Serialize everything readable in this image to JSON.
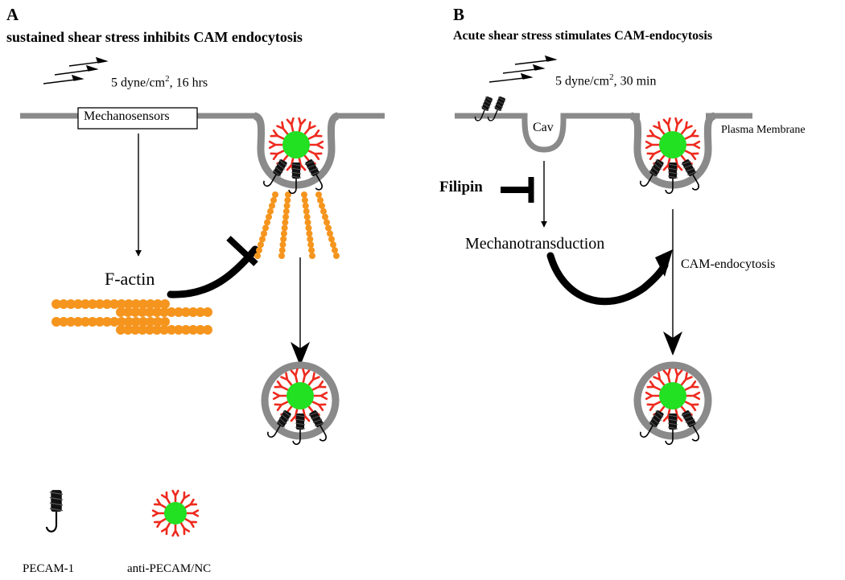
{
  "panel_a": {
    "letter": "A",
    "title": "sustained shear stress inhibits CAM endocytosis",
    "shear_value": "5 dyne/cm",
    "shear_superscript": "2",
    "shear_duration": ", 16 hrs",
    "mechanosensors_label": "Mechanosensors",
    "factin_label": "F-actin"
  },
  "panel_b": {
    "letter": "B",
    "title": "Acute shear stress stimulates CAM-endocytosis",
    "shear_value": "5 dyne/cm",
    "shear_superscript": "2",
    "shear_duration": ", 30 min",
    "cav_label": "Cav",
    "plasma_membrane_label": "Plasma Membrane",
    "filipin_label": "Filipin",
    "mechanotransduction_label": "Mechanotransduction",
    "cam_endocytosis_label": "CAM-endocytosis"
  },
  "legend": {
    "pecam_label": "PECAM-1",
    "nc_label": "anti-PECAM/NC"
  },
  "colors": {
    "membrane": "#8a8a8a",
    "actin": "#f5951e",
    "nanocarrier_core": "#22e022",
    "antibody": "#ee2a1e",
    "receptor": "#111111"
  }
}
